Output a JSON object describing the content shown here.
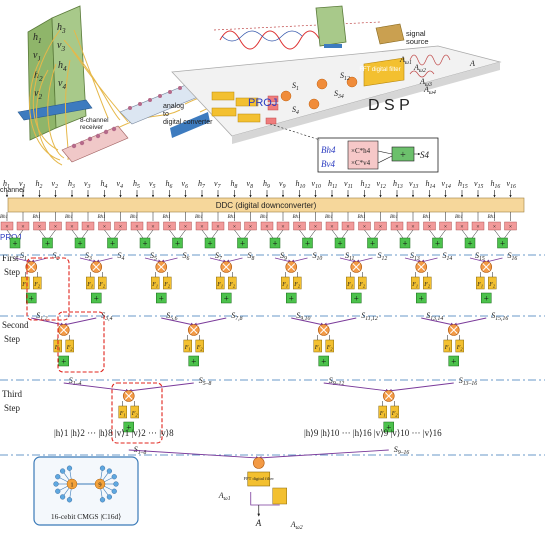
{
  "hardware": {
    "antenna_labels": [
      "h1",
      "v1",
      "h3",
      "v3",
      "h2",
      "v2",
      "h4",
      "v4"
    ],
    "receiver_label": "8-channel receiver",
    "adc_label": "analog to digital converter",
    "signal_source_label": "signal source",
    "dsp_label": "D S P",
    "proj_label": "PROJ",
    "dsp_stream_labels": [
      "S1",
      "S12",
      "S34",
      "S4",
      "Aω1",
      "Aω2",
      "Aω3",
      "Aω4",
      "A"
    ],
    "fft_label": "FFT digital filter",
    "inset": {
      "b_h4": "Bh4",
      "b_v4": "Bv4",
      "c_h4": "×C*h4",
      "c_v4": "×C*v4",
      "plus": "+",
      "out": "S4"
    }
  },
  "pipeline": {
    "channel_label": "channel",
    "channels": [
      "h1",
      "v1",
      "h2",
      "v2",
      "h3",
      "v3",
      "h4",
      "v4",
      "h5",
      "v5",
      "h6",
      "v6",
      "h7",
      "v7",
      "h8",
      "v8",
      "h9",
      "v9",
      "h10",
      "v10",
      "h11",
      "v11",
      "h12",
      "v12",
      "h13",
      "v13",
      "h14",
      "v14",
      "h15",
      "v15",
      "h16",
      "v16"
    ],
    "ddc_label": "DDC (digital downconverter)",
    "b_label": "Bh1",
    "proj_label": "PROJ",
    "plus": "+",
    "multiply": "×",
    "s_outputs": [
      "S1",
      "S2",
      "S3",
      "S4",
      "S5",
      "S6",
      "S7",
      "S8",
      "S9",
      "S10",
      "S11",
      "S12",
      "S13",
      "S14",
      "S15",
      "S16"
    ],
    "steps": [
      "First Step",
      "Second Step",
      "Third Step"
    ],
    "step1_outputs": [
      "S1,2",
      "S3,4",
      "S5,6",
      "S7,8",
      "S9,10",
      "S11,12",
      "S13,14",
      "S15,16"
    ],
    "step2_outputs": [
      "S1–4",
      "S5–8",
      "S9–12",
      "S13–16"
    ],
    "step3_outputs": [
      "S1–8",
      "S9–16"
    ],
    "filter_pair": [
      "F1",
      "F2"
    ],
    "state_left": "|h⟩1 |h⟩2 ··· |h⟩8 |v⟩1 |v⟩2 ··· |v⟩8",
    "state_right": "|h⟩9 |h⟩10 ··· |h⟩16 |v⟩9 |v⟩10 ··· |v⟩16",
    "final_fft_label": "FFT digital filter",
    "final_outputs": [
      "Aω1",
      "Aω2",
      "A"
    ],
    "legend_label": "16-cebit  CMGS |C16d⟩",
    "legend_nodes": [
      "1",
      "9"
    ]
  }
}
